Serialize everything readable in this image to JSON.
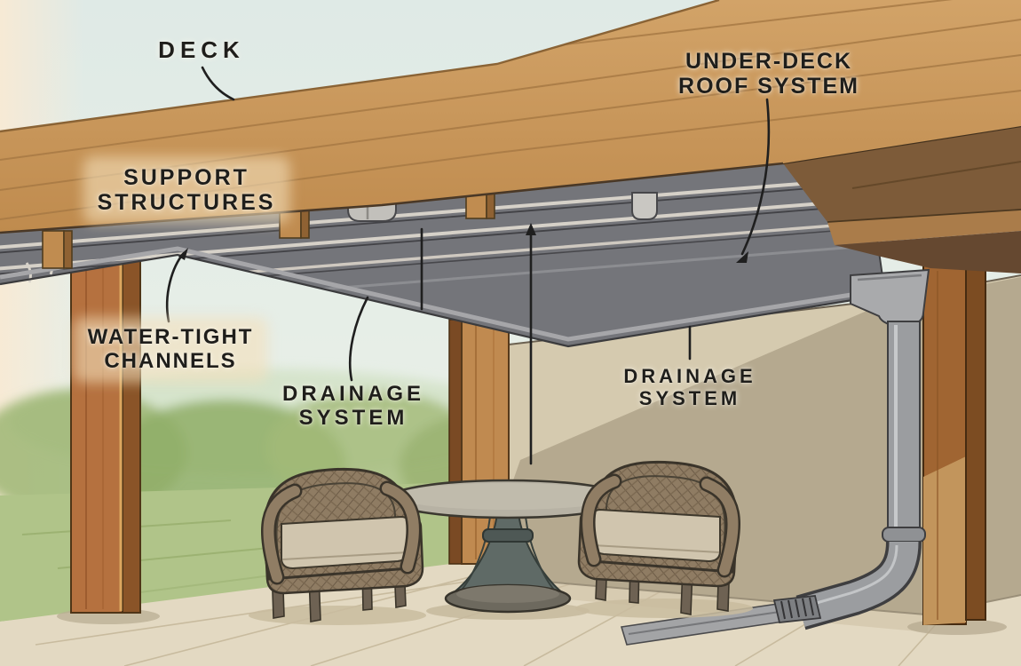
{
  "app": {
    "type": "illustrated-diagram",
    "subject": "Under-deck roof and drainage system beneath a wooden deck patio"
  },
  "labels": {
    "deck": {
      "lines": [
        "DECK"
      ]
    },
    "under_deck_roof_system": {
      "lines": [
        "UNDER-DECK",
        "ROOF SYSTEM"
      ]
    },
    "support_structures": {
      "lines": [
        "SUPPORT",
        "STRUCTURES"
      ]
    },
    "water_tight_channels": {
      "lines": [
        "WATER-TIGHT",
        "CHANNELS"
      ]
    },
    "drainage_system_left": {
      "lines": [
        "DRAINAGE",
        "SYSTEM"
      ]
    },
    "drainage_system_right": {
      "lines": [
        "DRAINAGE",
        "SYSTEM"
      ]
    }
  },
  "scene_objects": [
    "wooden deck seen from the side",
    "gray under-deck ceiling panels with water-tight channels",
    "gray fascia gutter rail",
    "wooden joist blocks",
    "three wooden support posts",
    "gutter collector funnel and downspout with elbow",
    "floor drain channel with grate",
    "stucco wall with sunlit area",
    "round pedestal patio table",
    "two wicker armchairs with cushions",
    "stone patio floor",
    "lawn and shrubs in background"
  ],
  "colors": {
    "sky": "#e3ede8",
    "deck_wood": "#c9975a",
    "ceiling_gray": "#74757a",
    "channel_light": "#d6d1c8",
    "wall_light": "#d5caaf",
    "wall_shadow": "#b5a98f",
    "patio_floor": "#e3d9c2",
    "grass": "#b0c489",
    "wicker": "#8f7c63",
    "label_text": "#1f1e1b",
    "leader_line": "#1f1f1f"
  }
}
